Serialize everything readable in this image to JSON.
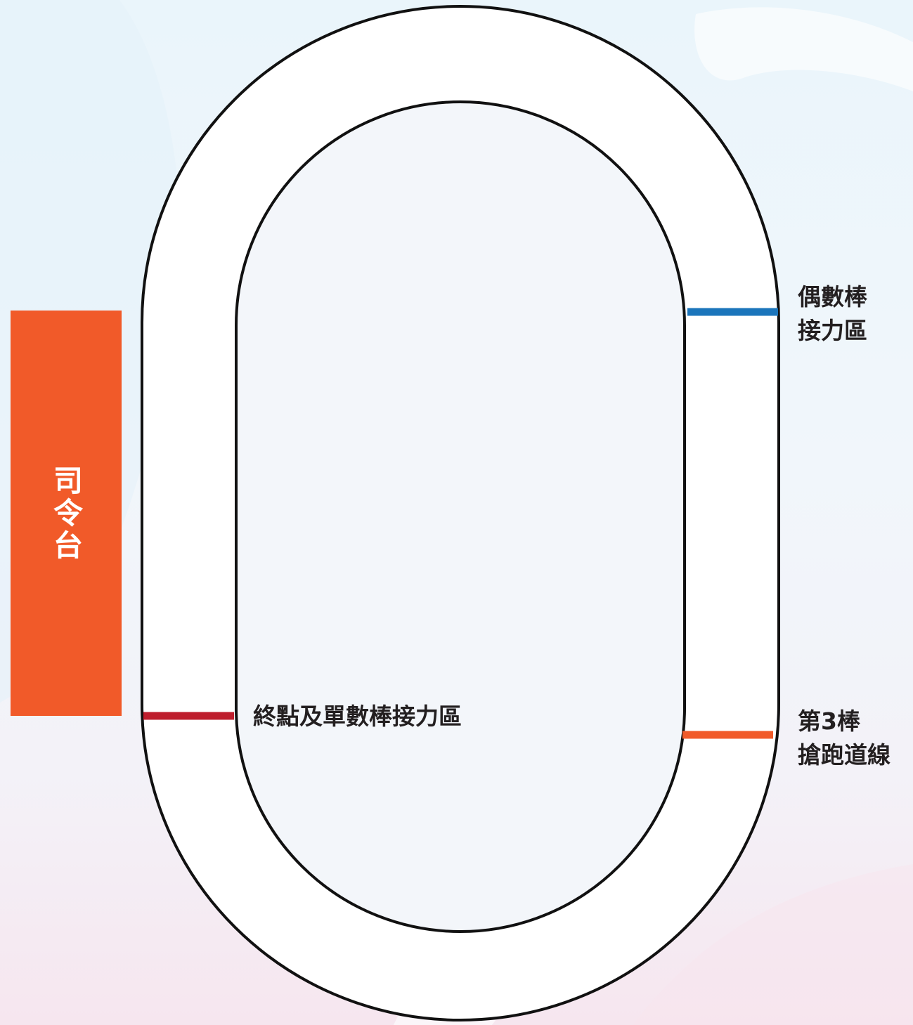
{
  "stage": {
    "label": "司令台"
  },
  "zones": {
    "even_relay": {
      "line1": "偶數棒",
      "line2": "接力區"
    },
    "finish": {
      "label": "終點及單數棒接力區"
    },
    "third_leg": {
      "line1": "第3棒",
      "line2": "搶跑道線"
    }
  },
  "colors": {
    "stage": "#f15a29",
    "even_line": "#1b75bb",
    "finish_line": "#be1e2d",
    "lane_line": "#f15a29",
    "track_stroke": "#111111"
  }
}
